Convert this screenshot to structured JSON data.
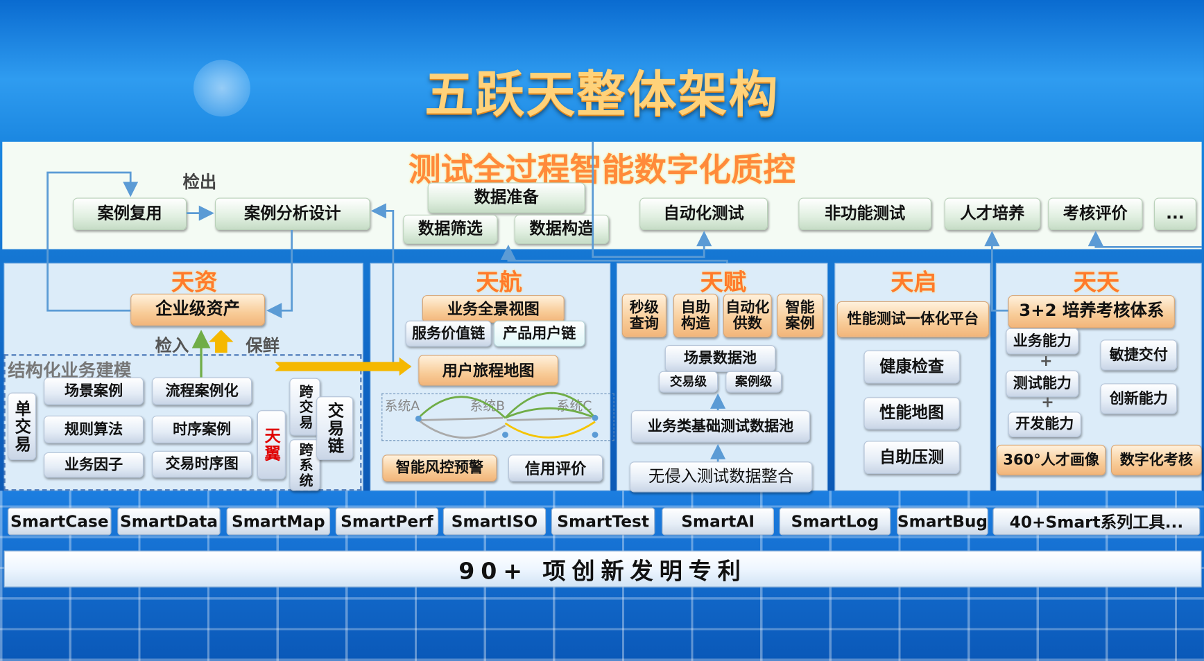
{
  "title": "五跃天整体架构",
  "subtitle": "测试全过程智能数字化质控",
  "top_row": {
    "jianchu": "检出",
    "case_reuse": "案例复用",
    "case_design": "案例分析设计",
    "data_prep": "数据准备",
    "data_filter": "数据筛选",
    "data_build": "数据构造",
    "automation": "自动化测试",
    "nonfunc": "非功能测试",
    "talent": "人才培养",
    "assess": "考核评价",
    "more": "..."
  },
  "tianzi": {
    "title": "天资",
    "asset": "企业级资产",
    "in": "检入",
    "fresh": "保鲜",
    "model_label": "结构化业务建模",
    "single": "单交易",
    "scene": "场景案例",
    "rule": "规则算法",
    "factor": "业务因子",
    "flow": "流程案例化",
    "seq": "时序案例",
    "seqmap": "交易时序图",
    "tianyi": "天翼",
    "cross_tx": "跨交易",
    "cross_sys": "跨系统",
    "chain": "交易链"
  },
  "tianhang": {
    "title": "天航",
    "panorama": "业务全景视图",
    "value_chain": "服务价值链",
    "user_chain": "产品用户链",
    "journey": "用户旅程地图",
    "sysA": "系统A",
    "sysB": "系统B",
    "sysC": "系统C",
    "risk": "智能风控预警",
    "credit": "信用评价"
  },
  "tianfu": {
    "title": "天赋",
    "b1": "秒级查询",
    "b2": "自助构造",
    "b3": "自动化供数",
    "b4": "智能案例",
    "pool": "场景数据池",
    "tx_level": "交易级",
    "case_level": "案例级",
    "base_pool": "业务类基础测试数据池",
    "integrate": "无侵入测试数据整合"
  },
  "tianqi": {
    "title": "天启",
    "platform": "性能测试一体化平台",
    "health": "健康检查",
    "perfmap": "性能地图",
    "selfload": "自助压测"
  },
  "tiantian": {
    "title": "天天",
    "system": "3+2 培养考核体系",
    "biz": "业务能力",
    "plus1": "+",
    "test": "测试能力",
    "plus2": "+",
    "dev": "开发能力",
    "agile": "敏捷交付",
    "innov": "创新能力",
    "portrait": "360°人才画像",
    "digital": "数字化考核"
  },
  "tools": [
    "SmartCase",
    "SmartData",
    "SmartMap",
    "SmartPerf",
    "SmartISO",
    "SmartTest",
    "SmartAI",
    "SmartLog",
    "SmartBug",
    "40+Smart系列工具..."
  ],
  "patent": "90+ 项创新发明专利",
  "colors": {
    "orange_title": "#ff7a2a",
    "arrow_blue": "#5b9bd5",
    "arrow_green": "#70ad47",
    "arrow_yellow": "#f5b800"
  }
}
